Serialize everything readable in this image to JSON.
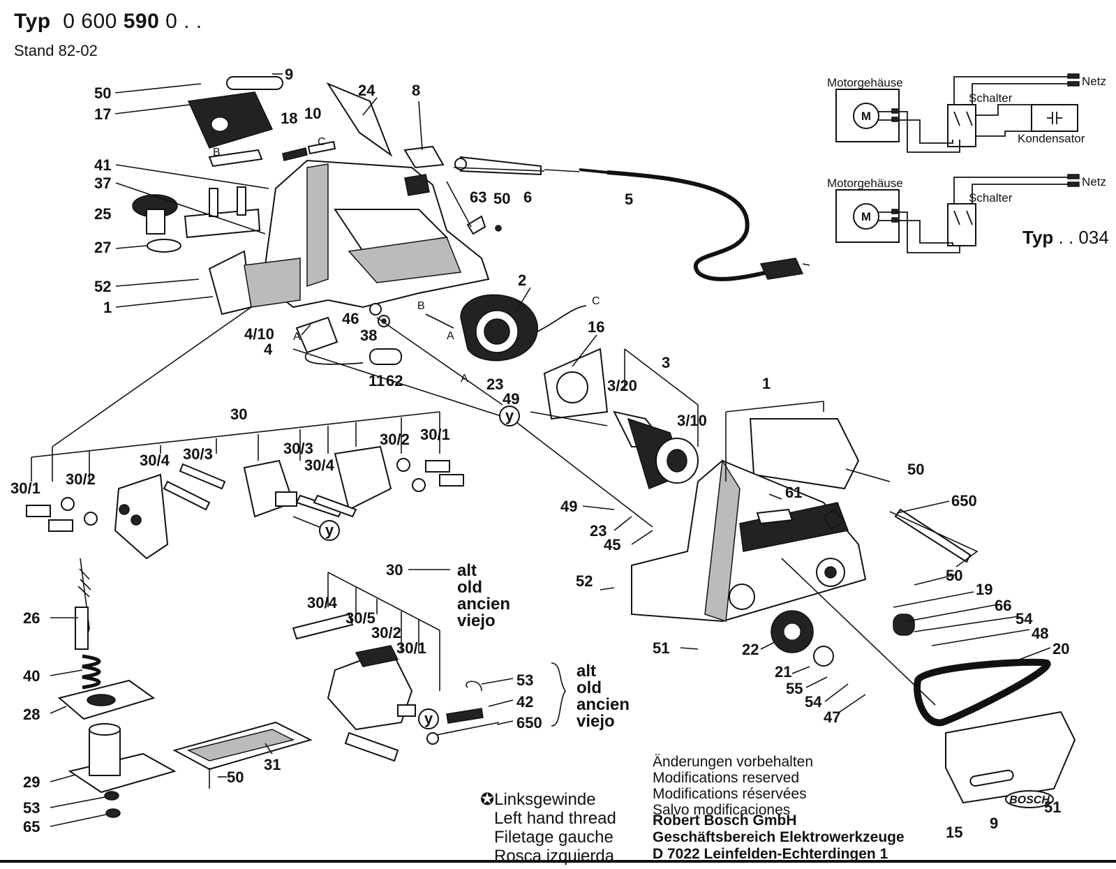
{
  "header": {
    "typ_label": "Typ",
    "typ_number_a": "0 600",
    "typ_number_b": "590",
    "typ_number_c": "0 . .",
    "stand": "Stand 82-02"
  },
  "circuits": {
    "top": {
      "motor_housing": "Motorgehäuse",
      "mains": "Netz",
      "switch": "Schalter",
      "capacitor": "Kondensator",
      "motor_symbol": "M"
    },
    "bottom": {
      "motor_housing": "Motorgehäuse",
      "mains": "Netz",
      "switch": "Schalter",
      "motor_symbol": "M"
    },
    "variant_label": "Typ",
    "variant_code": ". . 034"
  },
  "connector_letters": [
    "A",
    "B",
    "C"
  ],
  "reference_y": "y",
  "part_labels": [
    "50",
    "9",
    "17",
    "24",
    "8",
    "18",
    "10",
    "41",
    "37",
    "25",
    "27",
    "52",
    "1",
    "63",
    "50",
    "6",
    "5",
    "2",
    "16",
    "4/10",
    "46",
    "38",
    "4",
    "11",
    "62",
    "23",
    "49",
    "3",
    "3/20",
    "3/10",
    "30",
    "30/1",
    "30/2",
    "30/4",
    "30/3",
    "30/3",
    "30/4",
    "30/2",
    "30/1",
    "1",
    "50",
    "61",
    "650",
    "49",
    "23",
    "45",
    "26",
    "40",
    "28",
    "29",
    "53",
    "65",
    "50",
    "31",
    "52",
    "51",
    "22",
    "21",
    "55",
    "54",
    "47",
    "19",
    "66",
    "54",
    "48",
    "20",
    "30/4",
    "30/5",
    "30/2",
    "30/1",
    "53",
    "42",
    "650",
    "50",
    "15",
    "9",
    "51"
  ],
  "alt_group_1": {
    "number": "30",
    "lines": [
      "alt",
      "old",
      "ancien",
      "viejo"
    ]
  },
  "alt_group_2": {
    "numbers": [
      "53",
      "42",
      "650"
    ],
    "lines": [
      "alt",
      "old",
      "ancien",
      "viejo"
    ]
  },
  "left_thread_note": [
    "Linksgewinde",
    "Left hand thread",
    "Filetage gauche",
    "Rosca izquierda"
  ],
  "modifications_note": [
    "Änderungen vorbehalten",
    "Modifications reserved",
    "Modifications réservées",
    "Salvo modificaciones"
  ],
  "company": [
    "Robert Bosch GmbH",
    "Geschäftsbereich Elektrowerkzeuge",
    "D 7022 Leinfelden-Echterdingen 1"
  ],
  "brand_logo": "BOSCH",
  "left_thread_symbol": "✪"
}
